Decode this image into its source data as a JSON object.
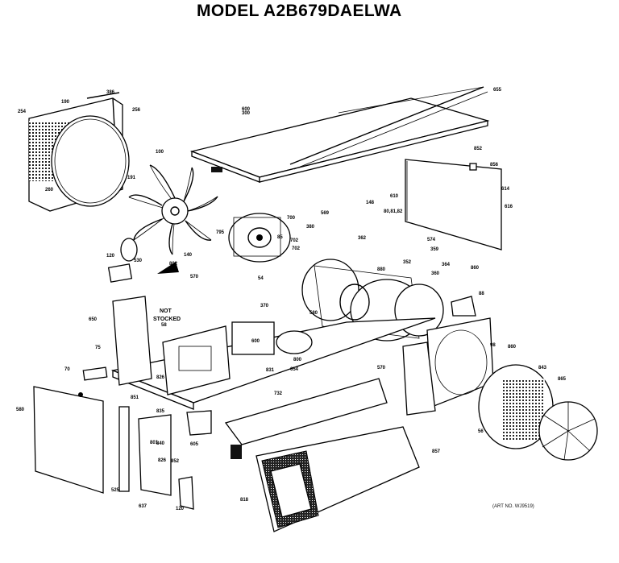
{
  "title": "MODEL A2B679DAELWA",
  "art_number": "(ART NO. WJ9519)",
  "note_lines": [
    "NOT",
    "STOCKED"
  ],
  "callouts": [
    "254",
    "190",
    "386",
    "256",
    "600",
    "260",
    "191",
    "100",
    "300",
    "655",
    "852",
    "856",
    "610",
    "614",
    "616",
    "80,81,82",
    "148",
    "569",
    "700",
    "85",
    "795",
    "702",
    "702",
    "120",
    "530",
    "802",
    "140",
    "570",
    "880",
    "352",
    "380",
    "362",
    "574",
    "359",
    "360",
    "364",
    "860",
    "88",
    "54",
    "370",
    "580",
    "600",
    "831",
    "800",
    "570",
    "98",
    "732",
    "650",
    "75",
    "70",
    "58",
    "826",
    "851",
    "801",
    "835",
    "605",
    "580",
    "654",
    "826",
    "840",
    "852",
    "525",
    "637",
    "120",
    "818",
    "857",
    "860",
    "843",
    "865",
    "56"
  ]
}
